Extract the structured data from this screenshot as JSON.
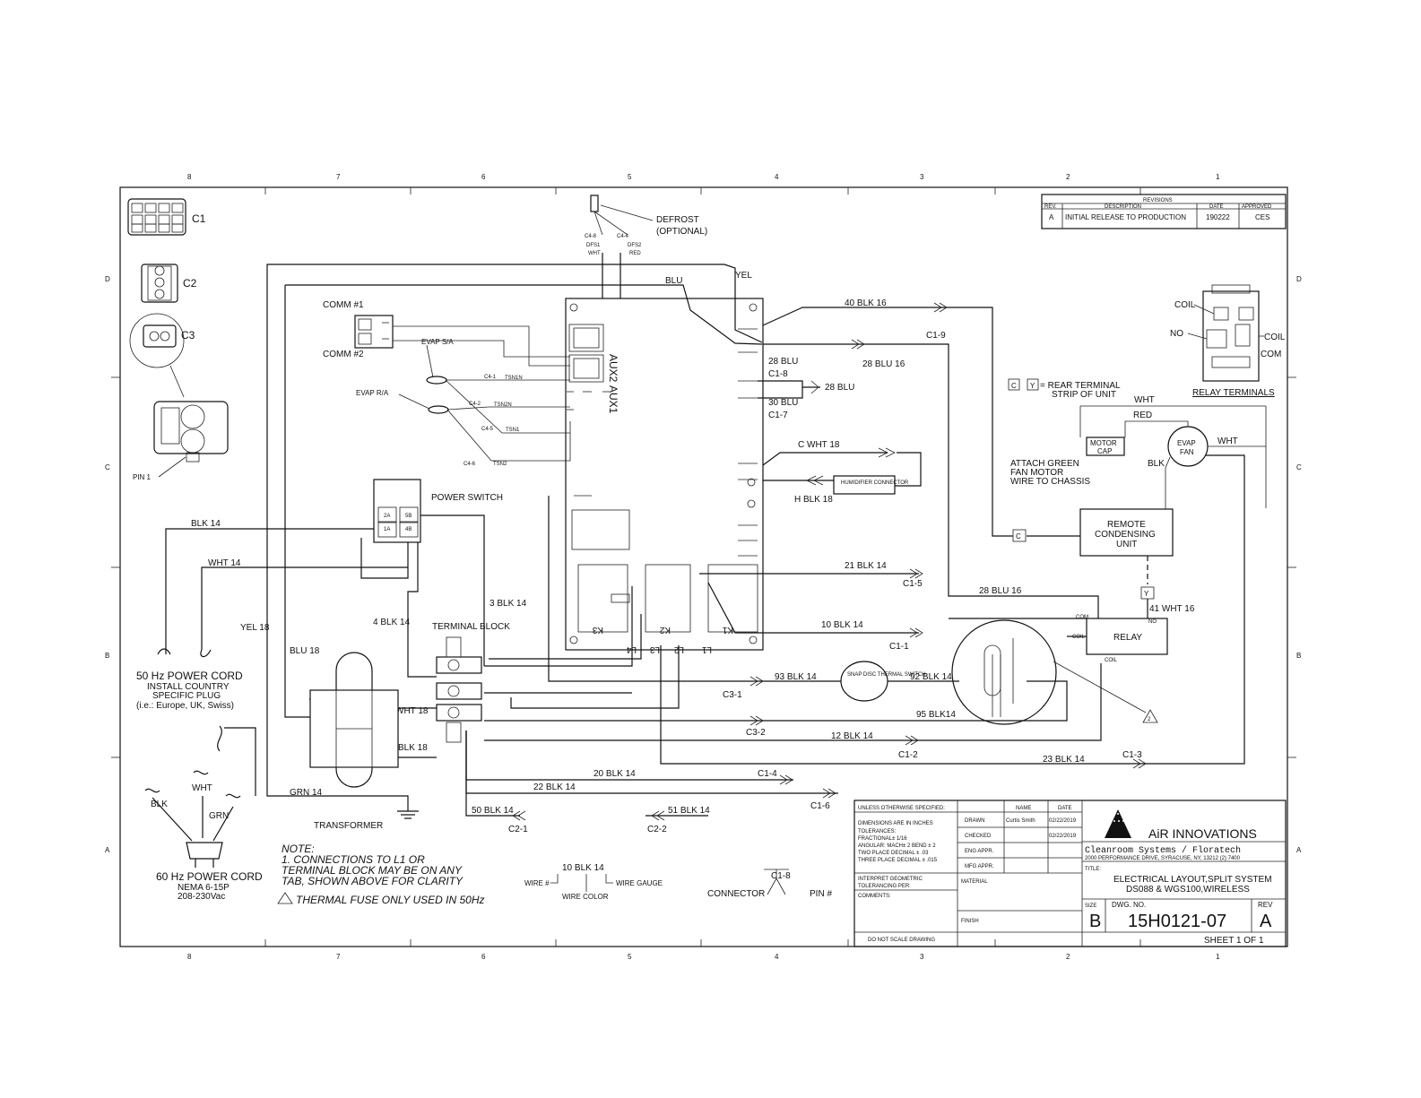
{
  "zones": {
    "columns": [
      "8",
      "7",
      "6",
      "5",
      "4",
      "3",
      "2",
      "1"
    ],
    "rows": [
      "D",
      "C",
      "B",
      "A"
    ]
  },
  "revisions": {
    "title": "REVISIONS",
    "headers": [
      "REV.",
      "DESCRIPTION",
      "DATE",
      "APPROVED"
    ],
    "rows": [
      [
        "A",
        "INITIAL RELEASE TO PRODUCTION",
        "190222",
        "CES"
      ]
    ]
  },
  "connectors": {
    "c1": "C1",
    "c2": "C2",
    "c3": "C3",
    "pin1": "PIN 1"
  },
  "defrost": {
    "label": "DEFROST",
    "optional": "(OPTIONAL)",
    "c48": "C4-8",
    "c44": "C4-4",
    "dfs1": "DFS1",
    "wht": "WHT",
    "dfs2": "DFS2",
    "red": "RED"
  },
  "comm": {
    "comm1": "COMM #1",
    "comm2": "COMM #2"
  },
  "evap": {
    "sa": "EVAP S/A",
    "ra": "EVAP R/A",
    "c41": "C4-1",
    "tsn1n": "TSN1N",
    "c42": "C4-2",
    "tsn2n": "TSN2N",
    "c45": "C4-5",
    "tsn1": "TSN1",
    "c46": "C4-6",
    "tsn2": "TSN2"
  },
  "board": {
    "aux2": "AUX2",
    "aux1": "AUX1",
    "k1": "K1",
    "k2": "K2",
    "k3": "K3",
    "l1": "L1",
    "l2": "L2",
    "l3": "L3",
    "l4": "L4"
  },
  "wires": {
    "blu": "BLU",
    "yel": "YEL",
    "w40": "40 BLK 16",
    "c19": "C1-9",
    "w28a": "28 BLU",
    "c18": "C1-8",
    "w28b": "28 BLU 16",
    "w28c": "28 BLU",
    "w30": "30 BLU",
    "c17": "C1-7",
    "cwht": "C WHT 18",
    "hblk": "H BLK 18",
    "humidifier": "HUMIDIFIER CONNECTOR",
    "w21": "21 BLK 14",
    "c15": "C1-5",
    "w28d": "28 BLU 16",
    "w10": "10 BLK 14",
    "c11": "C1-1",
    "w93": "93 BLK 14",
    "c31": "C3-1",
    "snap": "SNAP DISC THERMAL SWITCH",
    "w92": "92 BLK 14",
    "w95": "95 BLK14",
    "c32": "C3-2",
    "w12": "12 BLK 14",
    "c12": "C1-2",
    "w23": "23 BLK 14",
    "c13": "C1-3",
    "w20": "20 BLK 14",
    "c14": "C1-4",
    "w22": "22 BLK 14",
    "c16": "C1-6",
    "w50": "50 BLK 14",
    "c21": "C2-1",
    "w51": "51 BLK 14",
    "c22": "C2-2",
    "w3": "3 BLK 14",
    "w4": "4 BLK 14",
    "yel18": "YEL 18",
    "blu18": "BLU 18",
    "wht18": "WHT 18",
    "blk18": "BLK 18",
    "grn14": "GRN 14",
    "blk14": "BLK 14",
    "wht14": "WHT 14",
    "w41": "41 WHT 16"
  },
  "power_switch": {
    "label": "POWER SWITCH",
    "t2a": "2A",
    "t5b": "5B",
    "t1a": "1A",
    "t4b": "4B"
  },
  "terminal_block": "TERMINAL BLOCK",
  "transformer": "TRANSFORMER",
  "cord50": [
    "50 Hz POWER CORD",
    "INSTALL COUNTRY",
    "SPECIFIC PLUG",
    "(i.e.: Europe, UK, Swiss)"
  ],
  "cord60": [
    "60 Hz POWER CORD",
    "NEMA 6-15P",
    "208-230Vac"
  ],
  "plug_wires": {
    "blk": "BLK",
    "wht": "WHT",
    "grn": "GRN"
  },
  "notes": {
    "title": "NOTE:",
    "n1": [
      "1. CONNECTIONS TO L1 OR",
      "TERMINAL BLOCK MAY BE ON ANY",
      "TAB, SHOWN ABOVE FOR CLARITY"
    ],
    "n2": "THERMAL FUSE ONLY USED IN 50Hz",
    "n2_tag": "2"
  },
  "legend": {
    "wire_ex": "10 BLK 14",
    "wire_num": "WIRE #",
    "wire_gauge": "WIRE GAUGE",
    "wire_color": "WIRE COLOR",
    "conn_ex": "C1-8",
    "connector": "CONNECTOR",
    "pin": "PIN #"
  },
  "rear_terminal": {
    "c": "C",
    "y": "Y",
    "text": "= REAR TERMINAL",
    "text2": "STRIP OF UNIT"
  },
  "fan": {
    "attach": [
      "ATTACH GREEN",
      "FAN MOTOR",
      "WIRE TO CHASSIS"
    ],
    "motor_cap": [
      "MOTOR",
      "CAP"
    ],
    "evap_fan": [
      "EVAP",
      "FAN"
    ],
    "wht_top": "WHT",
    "red": "RED",
    "wht": "WHT",
    "blk": "BLK"
  },
  "remote": [
    "REMOTE",
    "CONDENSING",
    "UNIT"
  ],
  "relay": {
    "label": "RELAY",
    "com": "COM",
    "no": "NO",
    "coil": "COIL",
    "coil2": "COIL"
  },
  "relay_terminals": {
    "title": "RELAY TERMINALS",
    "coil_l": "COIL",
    "no": "NO",
    "coil_r": "COIL",
    "com": "COM"
  },
  "title_block": {
    "unless": "UNLESS OTHERWISE SPECIFIED:",
    "dims": [
      "DIMENSIONS ARE IN INCHES",
      "TOLERANCES:",
      "FRACTIONAL± 1/16",
      "ANGULAR: MACH± 2  BEND ± 2",
      "TWO PLACE DECIMAL   ± .03",
      "THREE PLACE DECIMAL  ± .015"
    ],
    "interpret": [
      "INTERPRET GEOMETRIC",
      "TOLERANCING PER:"
    ],
    "comments": "COMMENTS:",
    "do_not_scale": "DO NOT SCALE DRAWING",
    "name": "NAME",
    "date": "DATE",
    "drawn": "DRAWN",
    "drawn_name": "Curtis Smith",
    "drawn_date": "02/22/2019",
    "checked": "CHECKED",
    "checked_date": "02/22/2019",
    "eng": "ENG APPR.",
    "mfg": "MFG APPR.",
    "material": "MATERIAL",
    "finish": "FINISH",
    "company": "AiR INNOVATIONS",
    "sub": "Cleanroom Systems  /  Floratech",
    "address": "2000 PERFORMANCE DRIVE, SYRACUSE, NY, 13212  (2) 7400",
    "title_lbl": "TITLE:",
    "title1": "ELECTRICAL LAYOUT,SPLIT SYSTEM",
    "title2": "DS088 & WGS100,WIRELESS",
    "size_lbl": "SIZE",
    "size": "B",
    "dwg_lbl": "DWG. NO.",
    "dwg": "15H0121-07",
    "rev_lbl": "REV",
    "rev": "A",
    "sheet": "SHEET 1 OF 1"
  }
}
